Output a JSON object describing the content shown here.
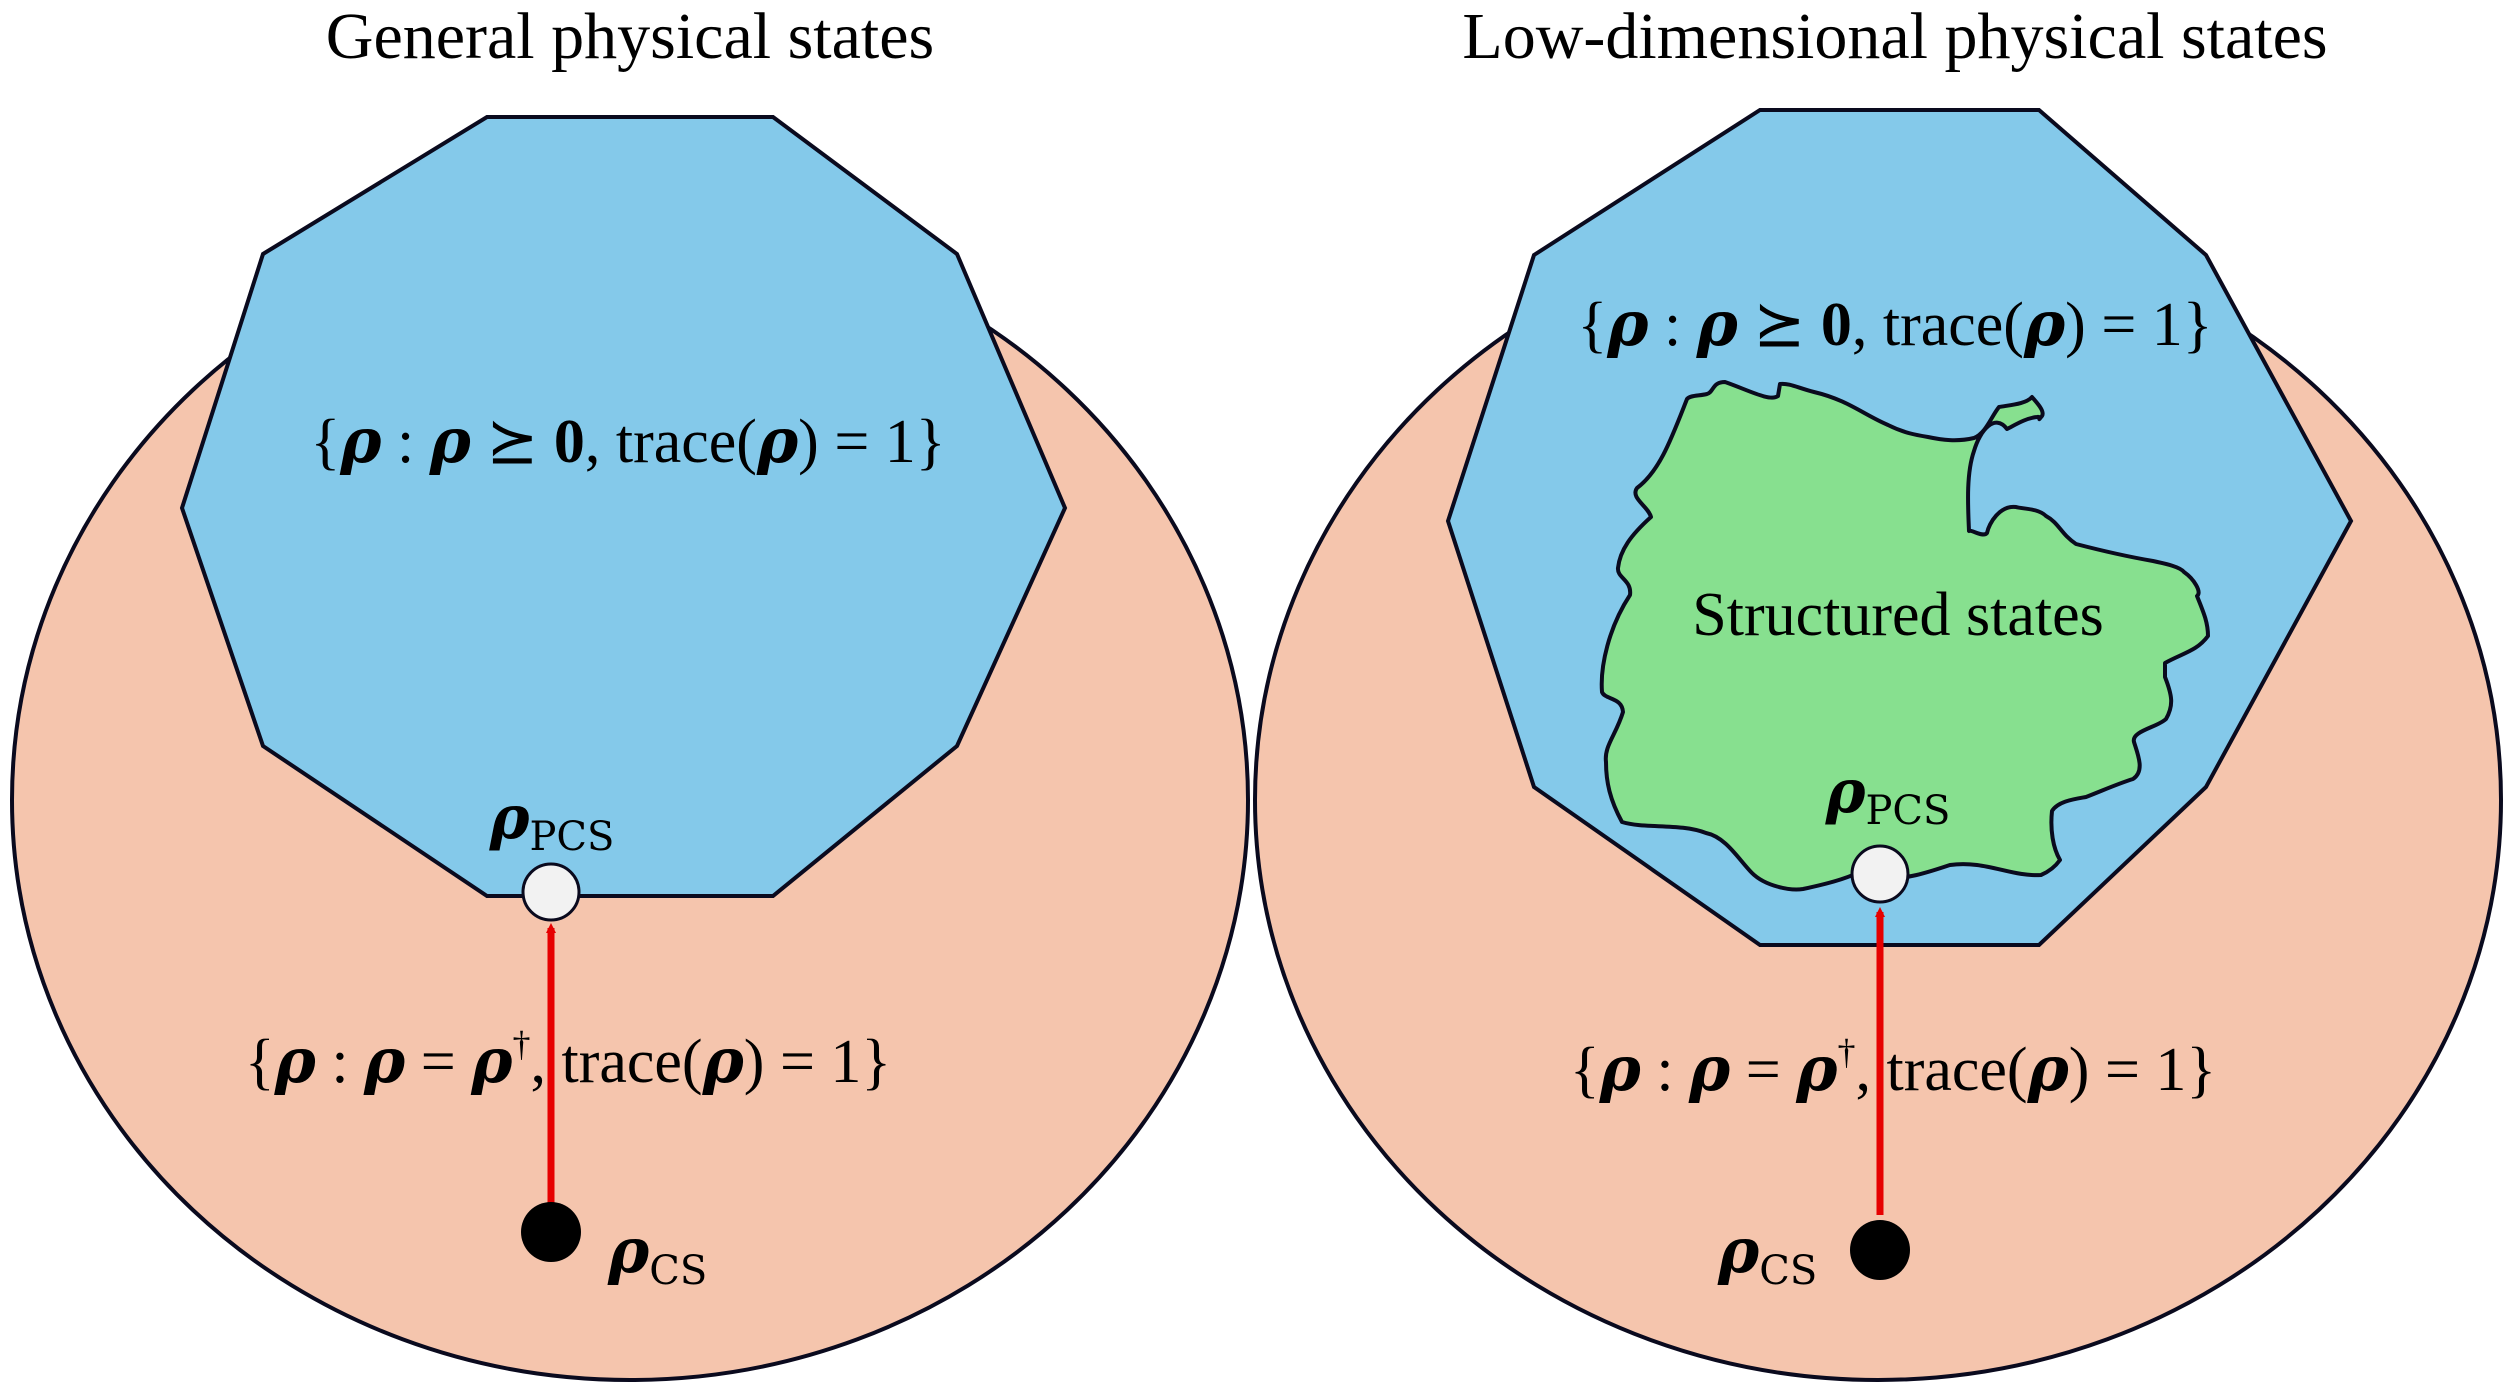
{
  "colors": {
    "outer_region": "#f5c5ad",
    "psd_region": "#84c9ea",
    "structured_region": "#87e08f",
    "arrow": "#e60000",
    "outline": "#0a0a1e",
    "pcs_point": "#f2f2f2",
    "cs_point": "#000000"
  },
  "left_panel": {
    "title": "General physical states",
    "psd_set": {
      "open": "{",
      "rho1": "ρ",
      "colon": " : ",
      "rho2": "ρ",
      "rel": " ⪰ ",
      "zero": "0",
      "comma": ", ",
      "trace": "trace(",
      "rho3": "ρ",
      "close": ") = 1}"
    },
    "herm_set": {
      "open": "{",
      "rho1": "ρ",
      "colon": " : ",
      "rho2": "ρ",
      "eq": " = ",
      "rho3": "ρ",
      "dagger": "†",
      "comma": ", ",
      "trace": "trace(",
      "rho4": "ρ",
      "close": ") = 1}"
    },
    "pcs_label": {
      "rho": "ρ",
      "sub": "PCS"
    },
    "cs_label": {
      "rho": "ρ",
      "sub": "CS"
    }
  },
  "right_panel": {
    "title": "Low-dimensional physical states",
    "psd_set": {
      "open": "{",
      "rho1": "ρ",
      "colon": " : ",
      "rho2": "ρ",
      "rel": " ⪰ ",
      "zero": "0",
      "comma": ", ",
      "trace": "trace(",
      "rho3": "ρ",
      "close": ") = 1}"
    },
    "structured_label": "Structured states",
    "herm_set": {
      "open": "{",
      "rho1": "ρ",
      "colon": " : ",
      "rho2": "ρ",
      "eq": " = ",
      "rho3": "ρ",
      "dagger": "†",
      "comma": ", ",
      "trace": "trace(",
      "rho4": "ρ",
      "close": ") = 1}"
    },
    "pcs_label": {
      "rho": "ρ",
      "sub": "PCS"
    },
    "cs_label": {
      "rho": "ρ",
      "sub": "CS"
    }
  }
}
